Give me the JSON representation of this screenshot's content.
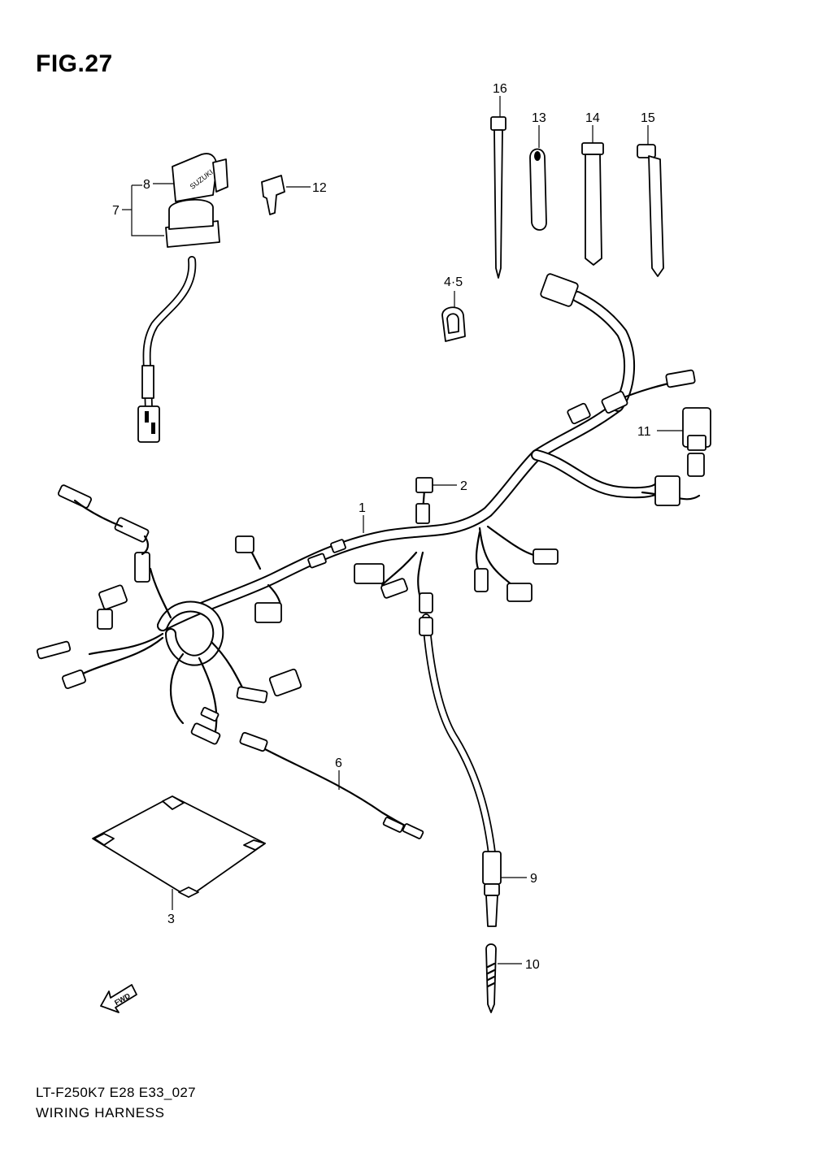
{
  "figure": {
    "title": "FIG.27",
    "code": "LT-F250K7 E28 E33_027",
    "caption": "WIRING HARNESS"
  },
  "callouts": {
    "c1": "1",
    "c2": "2",
    "c3": "3",
    "c45": "4·5",
    "c6": "6",
    "c7": "7",
    "c8": "8",
    "c9": "9",
    "c10": "10",
    "c11": "11",
    "c12": "12",
    "c13": "13",
    "c14": "14",
    "c15": "15",
    "c16": "16"
  },
  "fwd_label": "FWD",
  "key_brand": "SUZUKI"
}
